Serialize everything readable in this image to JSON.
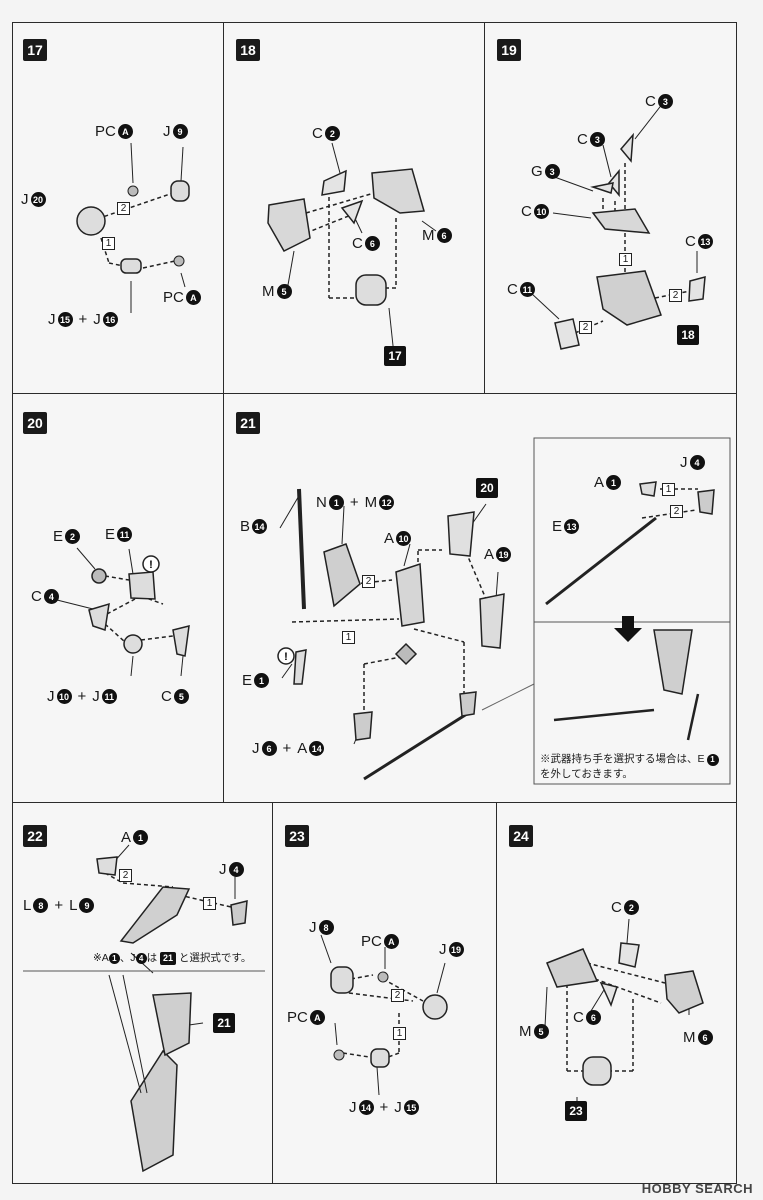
{
  "steps": {
    "s17": {
      "num": "17",
      "labels": {
        "pca_top": "PC",
        "pca_top_id": "A",
        "j9": "J",
        "j9_id": "9",
        "j20": "J",
        "j20_id": "20",
        "pca_bot": "PC",
        "pca_bot_id": "A",
        "j15": "J",
        "j15_id": "15",
        "j16": "J",
        "j16_id": "16",
        "plus": "+"
      },
      "arrows": {
        "a1": "1",
        "a2": "2"
      }
    },
    "s18": {
      "num": "18",
      "labels": {
        "c2": "C",
        "c2_id": "2",
        "c6": "C",
        "c6_id": "6",
        "m6": "M",
        "m6_id": "6",
        "m5": "M",
        "m5_id": "5"
      },
      "ref": "17"
    },
    "s19": {
      "num": "19",
      "labels": {
        "c3a": "C",
        "c3a_id": "3",
        "c3b": "C",
        "c3b_id": "3",
        "g3": "G",
        "g3_id": "3",
        "c10": "C",
        "c10_id": "10",
        "c13": "C",
        "c13_id": "13",
        "c11": "C",
        "c11_id": "11"
      },
      "arrows": {
        "a1": "1",
        "a2a": "2",
        "a2b": "2"
      },
      "ref": "18"
    },
    "s20": {
      "num": "20",
      "labels": {
        "e2": "E",
        "e2_id": "2",
        "e11": "E",
        "e11_id": "11",
        "c4": "C",
        "c4_id": "4",
        "c5": "C",
        "c5_id": "5",
        "j10": "J",
        "j10_id": "10",
        "j11": "J",
        "j11_id": "11",
        "plus": "+"
      }
    },
    "s21": {
      "num": "21",
      "labels": {
        "b14": "B",
        "b14_id": "14",
        "n1": "N",
        "n1_id": "1",
        "m12": "M",
        "m12_id": "12",
        "a10": "A",
        "a10_id": "10",
        "a19": "A",
        "a19_id": "19",
        "e1": "E",
        "e1_id": "1",
        "j6": "J",
        "j6_id": "6",
        "a14": "A",
        "a14_id": "14",
        "plus": "+",
        "a1": "A",
        "a1_id": "1",
        "j4": "J",
        "j4_id": "4",
        "e13": "E",
        "e13_id": "13"
      },
      "arrows": {
        "a1": "1",
        "a2": "2",
        "b1": "1",
        "b2": "2"
      },
      "ref": "20",
      "note_line1": "※武器持ち手を選択する場合は、E",
      "note_id": "1",
      "note_line2": "を外しておきます。"
    },
    "s22": {
      "num": "22",
      "labels": {
        "a1": "A",
        "a1_id": "1",
        "j4": "J",
        "j4_id": "4",
        "l8": "L",
        "l8_id": "8",
        "l9": "L",
        "l9_id": "9",
        "plus": "+"
      },
      "arrows": {
        "a1": "1",
        "a2": "2"
      },
      "note_pre": "※A",
      "note_id1": "1",
      "note_mid": "、J",
      "note_id2": "4",
      "note_wa": "は",
      "note_ref": "21",
      "note_post": "と選択式です。",
      "ref": "21"
    },
    "s23": {
      "num": "23",
      "labels": {
        "j8": "J",
        "j8_id": "8",
        "pca_top": "PC",
        "pca_top_id": "A",
        "j19": "J",
        "j19_id": "19",
        "pca_bot": "PC",
        "pca_bot_id": "A",
        "j14": "J",
        "j14_id": "14",
        "j15": "J",
        "j15_id": "15",
        "plus": "+"
      },
      "arrows": {
        "a1": "1",
        "a2": "2"
      }
    },
    "s24": {
      "num": "24",
      "labels": {
        "c2": "C",
        "c2_id": "2",
        "c6": "C",
        "c6_id": "6",
        "m5": "M",
        "m5_id": "5",
        "m6": "M",
        "m6_id": "6"
      },
      "ref": "23"
    }
  },
  "watermark": "HOBBY SEARCH",
  "colors": {
    "ink": "#1a1a1a",
    "paper": "#f6f6f6",
    "part_fill": "#d8d8d8"
  }
}
